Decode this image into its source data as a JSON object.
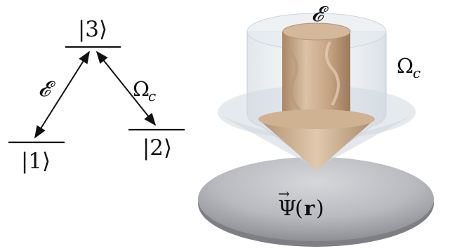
{
  "levels": {
    "left": "|1⟩",
    "top": "|3⟩",
    "right": "|2⟩"
  },
  "couplings": {
    "probe": "𝓔",
    "control": "Ω",
    "control_subscript": "c"
  },
  "beams": {
    "probe": "𝓔",
    "control": "Ω",
    "control_subscript": "c"
  },
  "cloud": {
    "field_vec": "→",
    "field": "Ψ",
    "field_arg_open": "(",
    "field_arg": "r",
    "field_arg_close": ")"
  },
  "colors": {
    "probe_beam": "#c8a585",
    "control_beam": "#d9e2ea",
    "cloud": "#b7b8bd",
    "lines": "#111111"
  }
}
